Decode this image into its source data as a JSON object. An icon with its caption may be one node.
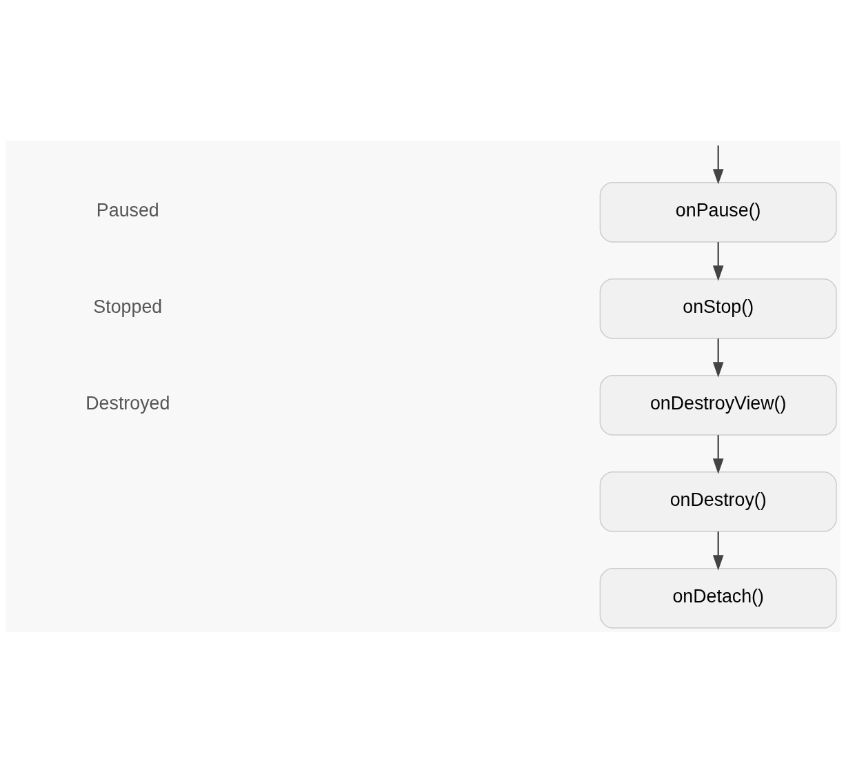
{
  "diagram": {
    "nodes": [
      {
        "text": [
          "onPause()"
        ]
      },
      {
        "text": [
          "onStop()"
        ]
      },
      {
        "text": [
          "onDestroyView()"
        ]
      },
      {
        "text": [
          "onDestroy()"
        ]
      },
      {
        "text": [
          "onDetach()"
        ]
      }
    ],
    "edges": [
      {
        "from": null,
        "to": 0,
        "arrow": "to"
      },
      {
        "from": 0,
        "to": 1,
        "arrow": "to"
      },
      {
        "from": 1,
        "to": 2,
        "arrow": "to"
      },
      {
        "from": 2,
        "to": 3,
        "arrow": "to"
      },
      {
        "from": 3,
        "to": 4,
        "arrow": "to"
      }
    ],
    "labels": [
      "Paused",
      "Stopped",
      "Destroyed"
    ]
  }
}
